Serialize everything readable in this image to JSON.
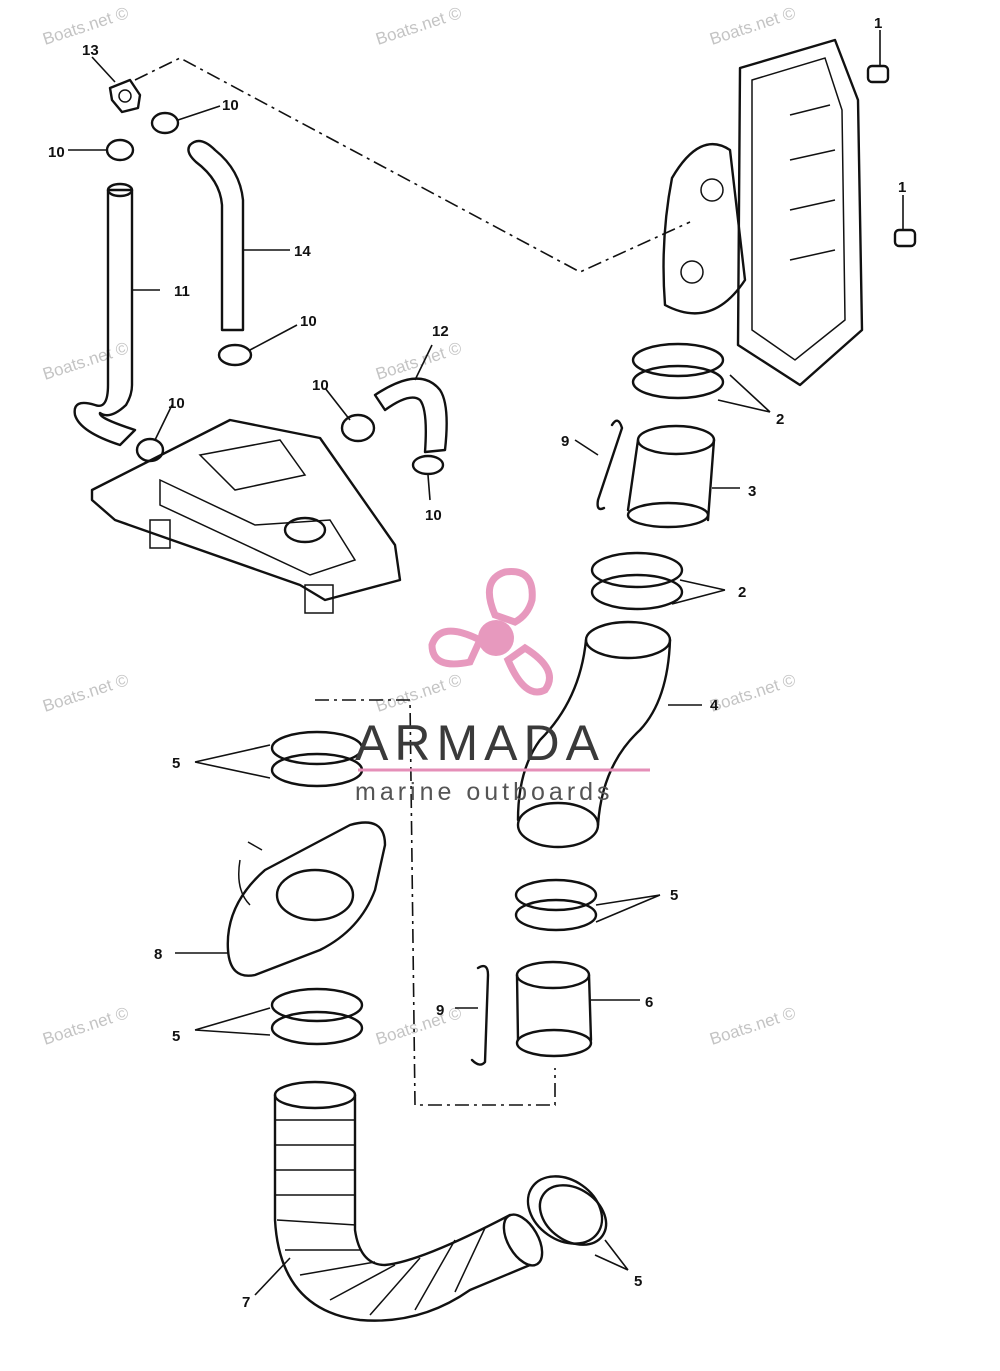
{
  "watermark": "Boats.net ©",
  "brand": {
    "name": "ARMADA",
    "tagline": "marine outboards",
    "logo_color": "#e58fb8"
  },
  "callouts": [
    "1",
    "1",
    "2",
    "2",
    "3",
    "4",
    "5",
    "5",
    "5",
    "5",
    "6",
    "7",
    "8",
    "9",
    "9",
    "10",
    "10",
    "10",
    "10",
    "10",
    "10",
    "11",
    "12",
    "13",
    "14"
  ],
  "colors": {
    "ink": "#111111",
    "watermark": "#c4c4c4"
  }
}
